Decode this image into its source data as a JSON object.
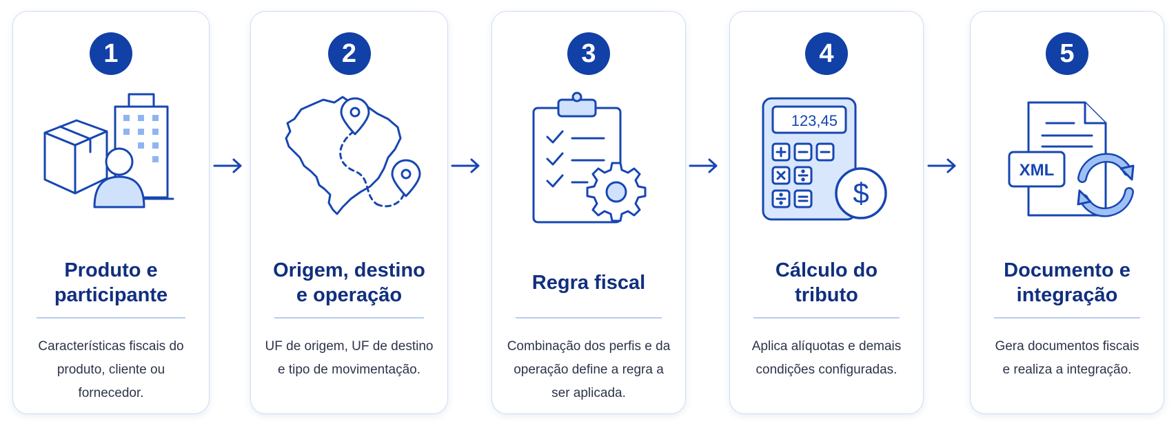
{
  "colors": {
    "accent": "#1140a6",
    "title": "#112f7e",
    "icon_stroke": "#1646b2",
    "icon_fill": "#cfe1fb",
    "card_border": "#cfdcf3"
  },
  "steps": [
    {
      "number": "1",
      "icon": "box-building-person-icon",
      "title_lines": [
        "Produto e",
        "participante"
      ],
      "description_lines": [
        "Características fiscais do",
        "produto, cliente ou fornecedor."
      ]
    },
    {
      "number": "2",
      "icon": "brazil-map-route-icon",
      "title_lines": [
        "Origem, destino",
        "e operação"
      ],
      "description_lines": [
        "UF de origem, UF de destino",
        "e tipo de movimentação."
      ]
    },
    {
      "number": "3",
      "icon": "clipboard-checklist-gear-icon",
      "title_lines": [
        "Regra fiscal"
      ],
      "description_lines": [
        "Combinação dos perfis e da",
        "operação define a regra a",
        "ser aplicada."
      ]
    },
    {
      "number": "4",
      "icon": "calculator-dollar-icon",
      "calculator_display": "123,45",
      "title_lines": [
        "Cálculo do",
        "tributo"
      ],
      "description_lines": [
        "Aplica alíquotas e demais",
        "condições configuradas."
      ]
    },
    {
      "number": "5",
      "icon": "xml-document-sync-icon",
      "document_label": "XML",
      "title_lines": [
        "Documento e",
        "integração"
      ],
      "description_lines": [
        "Gera documentos fiscais",
        "e realiza a integração."
      ]
    }
  ],
  "connector_icon": "arrow-right-icon"
}
